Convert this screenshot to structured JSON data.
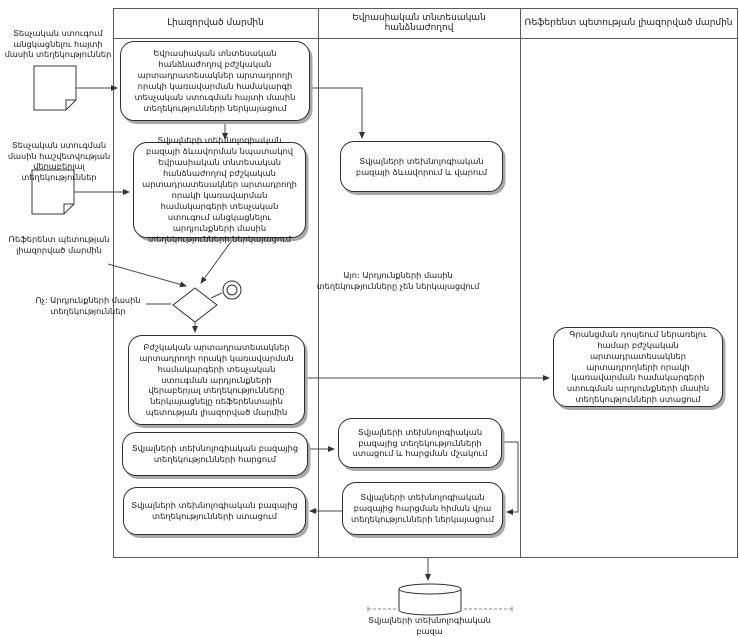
{
  "diagram": {
    "lanes": [
      {
        "label": "Լիազորված մարմին"
      },
      {
        "label": "Եվրասիական տնտեսական հանձնաժողով"
      },
      {
        "label": "Ռեֆերենտ պետության լիազորված մարմին"
      }
    ],
    "external": {
      "note1": "Տեսչական ստուգում անցկացնելու հայտի մասին տեղեկություններ",
      "note2": "Տեսչական ստուգման մասին հաշվետվության վերաբերյալ տեղեկություններ",
      "ref_body": "Ռեֆերենտ պետության լիազորված մարմին",
      "no_branch": "Ոչ: Արդյունքների մասին տեղեկություններ",
      "yes_branch": "Այո: Արդյունքների մասին տեղեկությունները չեն ներկայացվում"
    },
    "activities": {
      "submit_application": "Եվրասիական տնտեսական հանձնաժողով բժշկական արտադրատեսակներ արտադրողի որակի կառավարման համակարգի տեսչական ստուգման հայտի մասին տեղեկությունների ներկայացում",
      "submit_results": "Տվյալների տեխնոլոգիական բազայի ձևավորման նպատակով Եվրասիական տնտեսական հանձնաժողով բժշկական արտադրատեսակներ արտադրողի որակի կառավարման համակարգերի տեսչական ստուգում անցկացնելու արդյունքների մասին տեղեկությունների ներկայացում",
      "present_to_referent": "Բժշկական արտադրատեսակներ արտադրողի որակի կառավարման համակարգերի տեսչական ստուգման արդյունքների վերաբերյալ տեղեկությունները ներկայացնելը ռեֆերենտային պետության լիազորված մարմին",
      "request_info": "Տվյալների տեխնոլոգիական բազայից տեղեկությունների հարցում",
      "receive_info": "Տվյալների տեխնոլոգիական բազայից տեղեկությունների ստացում",
      "db_formation": "Տվյալների տեխնոլոգիական բազայի ձևավորում և վարում",
      "receive_process_request": "Տվյալների տեխնոլոգիական բազայից տեղեկությունների ստացում և հարցման մշակում",
      "provide_on_request": "Տվյալների տեխնոլոգիական բազայից հարցման հիման վրա տեղեկությունների ներկայացում",
      "receive_for_dossier": "Գրանցման դոսյեում ներառելու համար բժշկական արտադրատեսակներ արտադրողների որակի կառավարման համակարգերի ստուգման արդյունքների մասին տեղեկությունների ստացում"
    },
    "database_label": "Տվյալների տեխնոլոգիական բազա"
  }
}
